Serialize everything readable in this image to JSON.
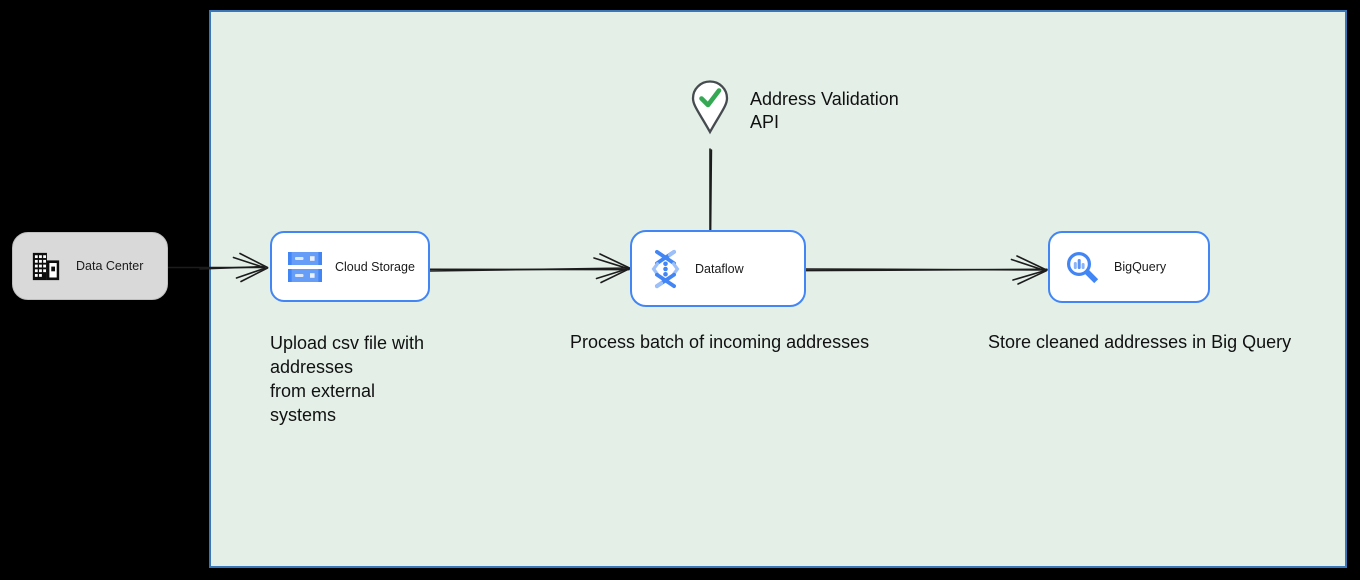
{
  "diagram": {
    "boundary_name": "google-cloud-boundary",
    "nodes": {
      "data_center": {
        "label": "Data Center"
      },
      "cloud_storage": {
        "label": "Cloud Storage"
      },
      "dataflow": {
        "label": "Dataflow"
      },
      "bigquery": {
        "label": "BigQuery"
      },
      "address_validation": {
        "label": "Address Validation\nAPI"
      }
    },
    "notes": {
      "upload": "Upload csv file with\naddresses\nfrom external\nsystems",
      "process": "Process batch of incoming addresses",
      "store": "Store cleaned addresses in Big Query"
    },
    "colors": {
      "background": "#000000",
      "boundary_fill": "#e3efe7",
      "boundary_border": "#3a76ba",
      "node_fill": "#ffffff",
      "node_border": "#4285f4",
      "data_center_fill": "#d9d9d9",
      "icon_blue": "#4285f4",
      "icon_blue_light": "#9dc0f9",
      "check_green": "#34a853",
      "pin_outline": "#454b4e",
      "arrow": "#1c1c1c"
    }
  }
}
